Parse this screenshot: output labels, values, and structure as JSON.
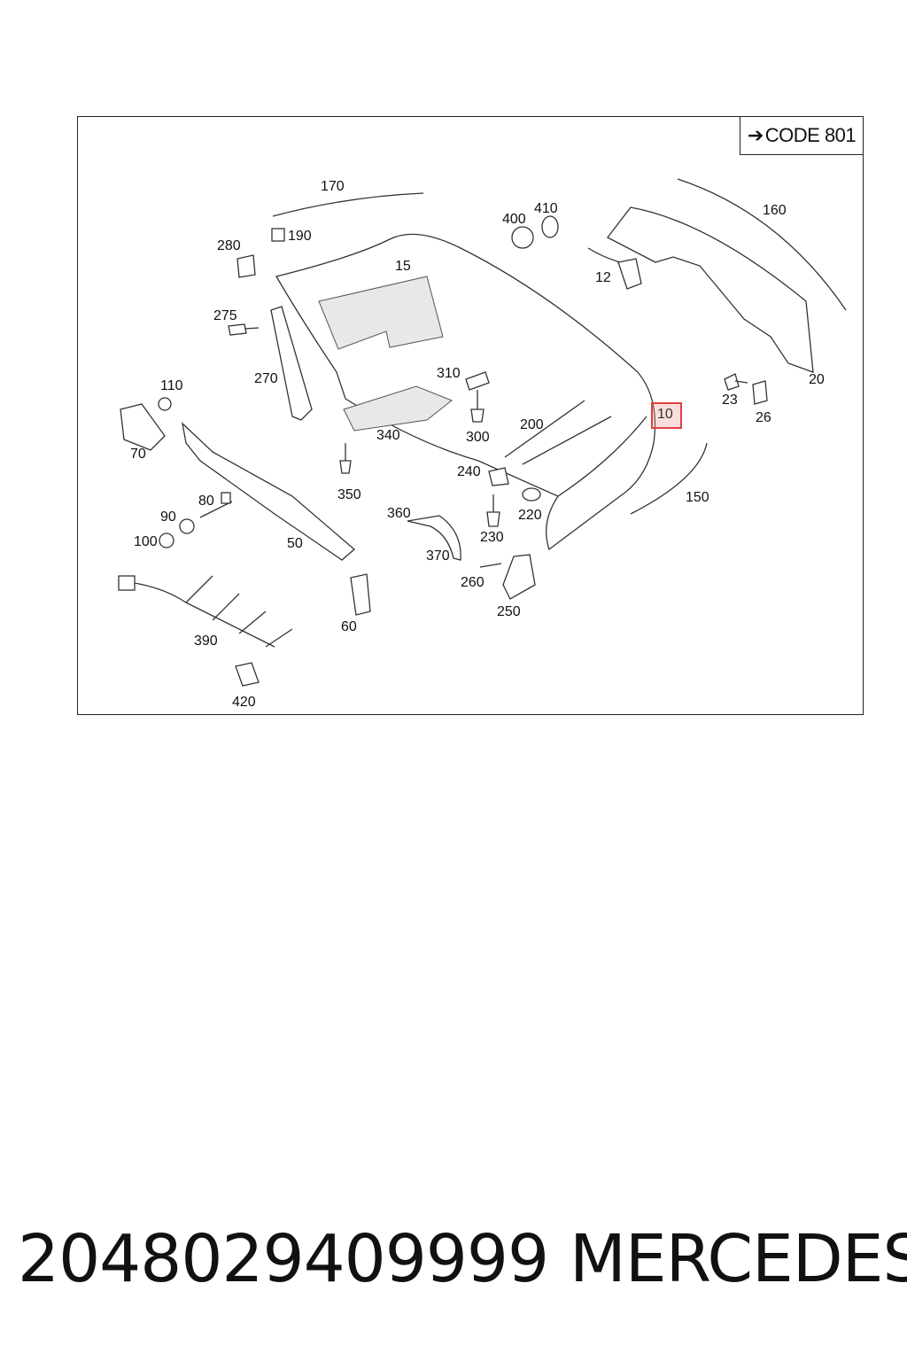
{
  "code_label": "CODE 801",
  "highlighted_part": "10",
  "footer": {
    "part_number": "2048029409999",
    "brand": "MERCEDES"
  },
  "callouts": {
    "c170": "170",
    "c190": "190",
    "c280": "280",
    "c15": "15",
    "c400": "400",
    "c410": "410",
    "c160": "160",
    "c12": "12",
    "c275": "275",
    "c270": "270",
    "c310": "310",
    "c110": "110",
    "c23": "23",
    "c20": "20",
    "c26": "26",
    "c70": "70",
    "c340": "340",
    "c300": "300",
    "c200": "200",
    "c350": "350",
    "c240": "240",
    "c80": "80",
    "c360": "360",
    "c220": "220",
    "c150": "150",
    "c90": "90",
    "c230": "230",
    "c100": "100",
    "c50": "50",
    "c370": "370",
    "c260": "260",
    "c250": "250",
    "c390": "390",
    "c60": "60",
    "c420": "420"
  }
}
